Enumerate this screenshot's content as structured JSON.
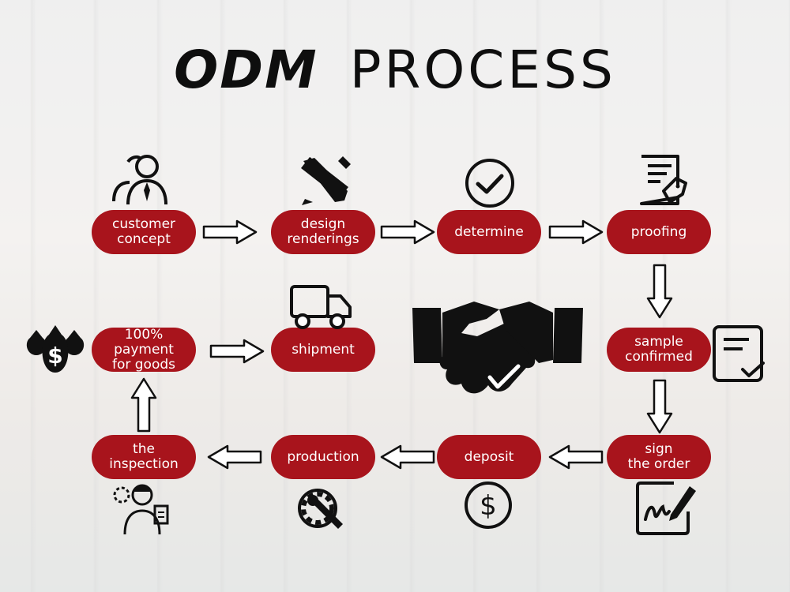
{
  "title": {
    "bold": "ODM",
    "rest": "PROCESS"
  },
  "steps": [
    {
      "label": "customer\nconcept"
    },
    {
      "label": "design\nrenderings"
    },
    {
      "label": "determine"
    },
    {
      "label": "proofing"
    },
    {
      "label": "sample\nconfirmed"
    },
    {
      "label": "sign\nthe order"
    },
    {
      "label": "deposit"
    },
    {
      "label": "production"
    },
    {
      "label": "the\ninspection"
    },
    {
      "label": "100%\npayment\nfor goods"
    },
    {
      "label": "shipment"
    }
  ],
  "icons": {
    "money_sign": "$",
    "coin_sign": "$"
  },
  "colors": {
    "pill": "#a8141c",
    "ink": "#111111"
  }
}
